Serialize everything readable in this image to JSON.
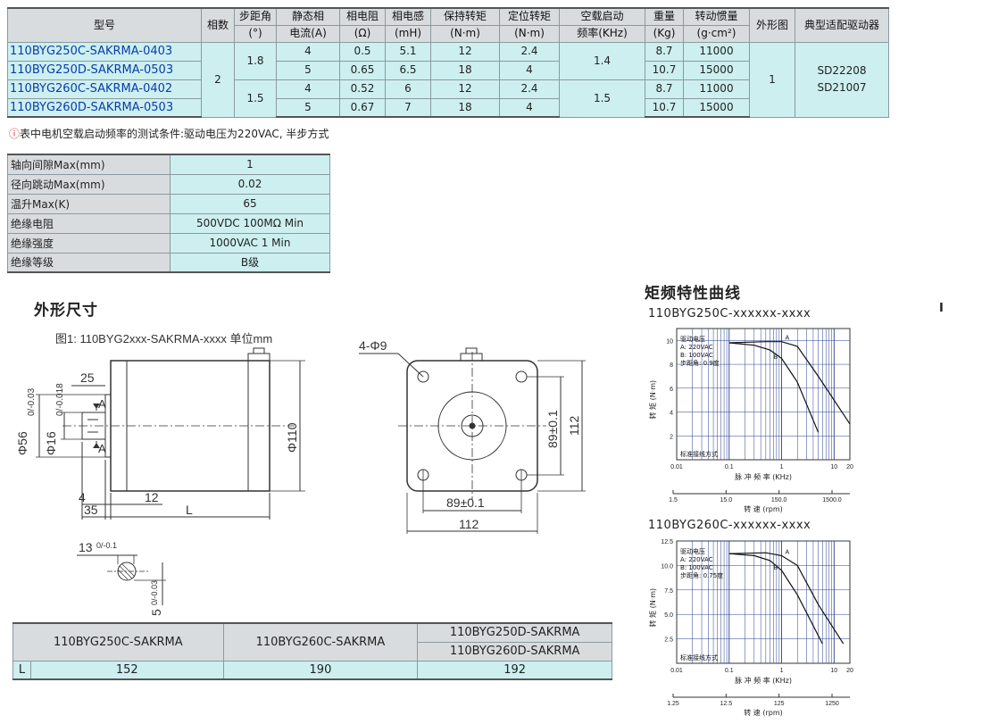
{
  "spec_table": {
    "headers": {
      "model": "型号",
      "phases": "相数",
      "step_angle_1": "步距角",
      "step_angle_2": "(°)",
      "current_1": "静态相",
      "current_2": "电流(A)",
      "resistance_1": "相电阻",
      "resistance_2": "(Ω)",
      "inductance_1": "相电感",
      "inductance_2": "(mH)",
      "holding_1": "保持转矩",
      "holding_2": "(N·m)",
      "detent_1": "定位转矩",
      "detent_2": "(N·m)",
      "freq_1": "空载启动",
      "freq_2": "频率(KHz)",
      "weight_1": "重量",
      "weight_2": "(Kg)",
      "inertia_1": "转动惯量",
      "inertia_2": "(g·cm²)",
      "outline": "外形图",
      "driver": "典型适配驱动器"
    },
    "rows": [
      {
        "model": "110BYG250C-SAKRMA-0403",
        "current": "4",
        "resistance": "0.5",
        "inductance": "5.1",
        "holding": "12",
        "detent": "2.4",
        "weight": "8.7",
        "inertia": "11000"
      },
      {
        "model": "110BYG250D-SAKRMA-0503",
        "current": "5",
        "resistance": "0.65",
        "inductance": "6.5",
        "holding": "18",
        "detent": "4",
        "weight": "10.7",
        "inertia": "15000"
      },
      {
        "model": "110BYG260C-SAKRMA-0402",
        "current": "4",
        "resistance": "0.52",
        "inductance": "6",
        "holding": "12",
        "detent": "2.4",
        "weight": "8.7",
        "inertia": "11000"
      },
      {
        "model": "110BYG260D-SAKRMA-0503",
        "current": "5",
        "resistance": "0.67",
        "inductance": "7",
        "holding": "18",
        "detent": "4",
        "weight": "10.7",
        "inertia": "15000"
      }
    ],
    "phases": "2",
    "step_angle_a": "1.8",
    "step_angle_b": "1.5",
    "freq_a": "1.4",
    "freq_b": "1.5",
    "outline": "1",
    "driver_1": "SD22208",
    "driver_2": "SD21007"
  },
  "note": {
    "icon": "warning-icon",
    "text": "表中电机空载启动频率的测试条件:驱动电压为220VAC, 半步方式"
  },
  "params": [
    {
      "key": "轴向间隙Max(mm)",
      "value": "1"
    },
    {
      "key": "径向跳动Max(mm)",
      "value": "0.02"
    },
    {
      "key": "温升Max(K)",
      "value": "65"
    },
    {
      "key": "绝缘电阻",
      "value": "500VDC 100MΩ  Min"
    },
    {
      "key": "绝缘强度",
      "value": "1000VAC  1 Min"
    },
    {
      "key": "绝缘等级",
      "value": "B级"
    }
  ],
  "dimensions": {
    "title": "外形尺寸",
    "figure_label": "图1: 110BYG2xxx-SAKRMA-xxxx  单位mm",
    "labels": {
      "d25": "25",
      "d4": "4",
      "d12": "12",
      "d35": "35",
      "L": "L",
      "A": "A",
      "phi56": "Φ56",
      "phi56_tol": "0/-0.03",
      "phi16": "Φ16",
      "phi16_tol": "0/-0.018",
      "phi110": "Φ110",
      "hole": "4-Φ9",
      "pitch": "89±0.1",
      "side": "112",
      "key13": "13",
      "key13_tol": "0/-0.1",
      "key5": "5",
      "key5_tol": "0/-0.03"
    }
  },
  "length_table": {
    "col1": "110BYG250C-SAKRMA",
    "col2": "110BYG260C-SAKRMA",
    "col3a": "110BYG250D-SAKRMA",
    "col3b": "110BYG260D-SAKRMA",
    "row_label": "L",
    "v1": "152",
    "v2": "190",
    "v3": "192"
  },
  "curves": {
    "title": "矩频特性曲线",
    "chart_data": [
      {
        "type": "line",
        "name": "110BYG250C-xxxxxx-xxxx",
        "ylabel": "转  矩  (N·m)",
        "xlabel": "脉  冲  频  率  (KHz)",
        "x2label": "转  速  (rpm)",
        "x_log": true,
        "xlim": [
          0.01,
          20
        ],
        "ylim": [
          0,
          11
        ],
        "yticks": [
          "10",
          "8",
          "6",
          "4",
          "2"
        ],
        "xticks": [
          "0.01",
          "0.1",
          "1",
          "10",
          "20"
        ],
        "x2ticks": [
          "1.5",
          "15.0",
          "150.0",
          "1500.0"
        ],
        "legend_lines": [
          "驱动电压",
          "A: 220VAC",
          "B: 100VAC",
          "步距角: 0.9度"
        ],
        "note": "标准接线方式",
        "series": [
          {
            "name": "A",
            "x": [
              0.1,
              0.5,
              1.0,
              2.0,
              5.0,
              20.0
            ],
            "y": [
              9.8,
              9.9,
              9.9,
              9.5,
              7.0,
              3.0
            ]
          },
          {
            "name": "B",
            "x": [
              0.1,
              0.3,
              0.6,
              1.0,
              2.0,
              5.0
            ],
            "y": [
              9.8,
              9.6,
              9.2,
              8.5,
              6.5,
              2.3
            ]
          }
        ]
      },
      {
        "type": "line",
        "name": "110BYG260C-xxxxxx-xxxx",
        "ylabel": "转  矩  (N·m)",
        "xlabel": "脉  冲  频  率  (KHz)",
        "x2label": "转  速  (rpm)",
        "x_log": true,
        "xlim": [
          0.01,
          20
        ],
        "ylim": [
          0,
          12.5
        ],
        "yticks": [
          "12.5",
          "10.0",
          "7.5",
          "5.0",
          "2.5"
        ],
        "xticks": [
          "0.01",
          "0.1",
          "1",
          "10",
          "20"
        ],
        "x2ticks": [
          "1.25",
          "12.5",
          "125",
          "1250"
        ],
        "legend_lines": [
          "驱动电压",
          "A: 220VAC",
          "B: 100VAC",
          "步距角: 0.75度"
        ],
        "note": "标准接线方式",
        "series": [
          {
            "name": "A",
            "x": [
              0.1,
              0.5,
              1.0,
              2.0,
              5.0,
              15.0
            ],
            "y": [
              11.2,
              11.3,
              11.0,
              10.0,
              6.0,
              2.0
            ]
          },
          {
            "name": "B",
            "x": [
              0.1,
              0.3,
              0.6,
              1.0,
              2.0,
              6.0
            ],
            "y": [
              11.2,
              11.0,
              10.5,
              9.5,
              7.0,
              2.0
            ]
          }
        ]
      }
    ]
  },
  "edge_mark": "I"
}
